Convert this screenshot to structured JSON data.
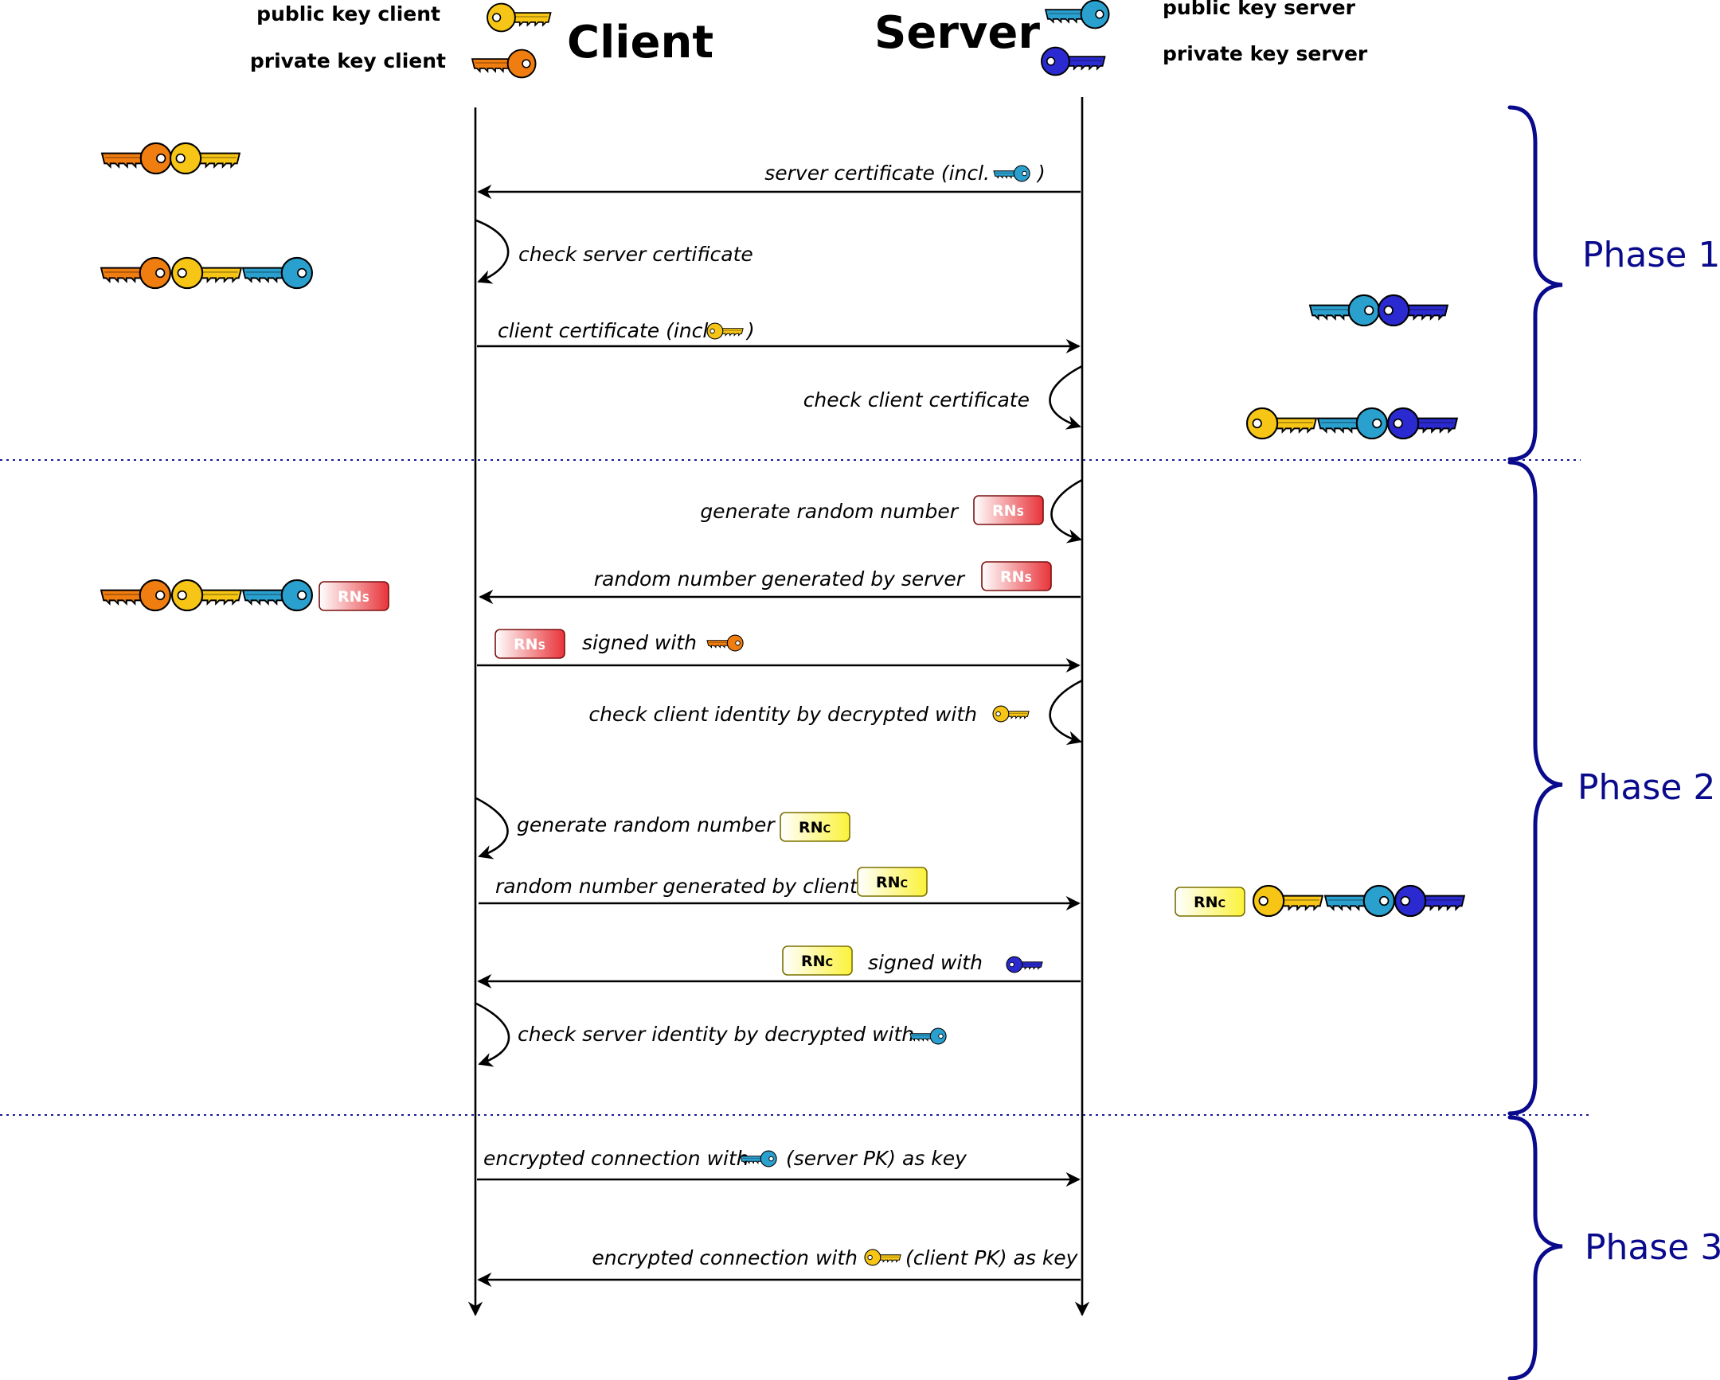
{
  "header": {
    "client_title": "Client",
    "server_title": "Server"
  },
  "legend": {
    "public_key_client": "public key client",
    "private_key_client": "private key client",
    "public_key_server": "public key server",
    "private_key_server": "private key server"
  },
  "key_colors": {
    "public_key_client": "#f6c515",
    "private_key_client": "#f07d10",
    "public_key_server": "#2aa0cf",
    "private_key_server": "#2a2ad0"
  },
  "tokens": {
    "rn_server": {
      "main": "RN",
      "sub": "S",
      "color": "#e8343a"
    },
    "rn_client": {
      "main": "RN",
      "sub": "C",
      "color": "#fbf23a"
    }
  },
  "messages": {
    "server_certificate_pre": "server certificate (incl.",
    "server_certificate_post": ")",
    "check_server_certificate": "check server certificate",
    "client_certificate_pre": "client certificate (incl.",
    "client_certificate_post": ")",
    "check_client_certificate": "check client certificate",
    "server_generate_random": "generate random number",
    "random_by_server": "random number generated by server",
    "signed_with_client": "signed with",
    "check_client_identity": "check client identity by decrypted with",
    "client_generate_random": "generate random number",
    "random_by_client": "random number generated by client",
    "signed_with_server": "signed with",
    "check_server_identity": "check server identity by decrypted with",
    "enc_server_pre": "encrypted connection with",
    "enc_server_post": "(server PK) as key",
    "enc_client_pre": "encrypted connection with",
    "enc_client_post": "(client PK) as key"
  },
  "phases": [
    "Phase 1",
    "Phase 2",
    "Phase 3"
  ]
}
